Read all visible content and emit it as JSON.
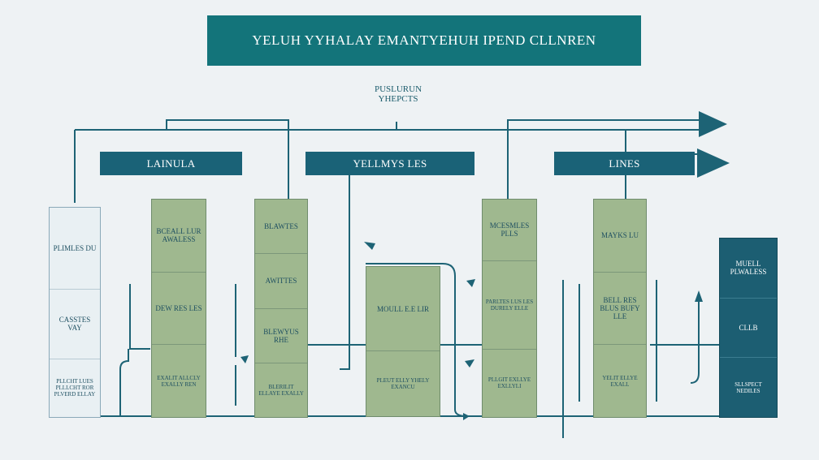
{
  "title": "YELUH YYHALAY EMANTYEHUH IPEND CLLNREN",
  "subtitle": {
    "line1": "PUSLURUN",
    "line2": "YHEPCTS"
  },
  "headers": [
    "LAINULA",
    "YELLMYS LES",
    "LINES"
  ],
  "columns": [
    {
      "segments": [
        "PLIMLES DU",
        "CASSTES VAY",
        "PLLCHT LUES PLLLCHT ROR PLVERD ELLAY"
      ]
    },
    {
      "segments": [
        "BCEALL LUR AWALESS",
        "DEW RES LES",
        "EXALIT ALLCLY EXALLY REN"
      ]
    },
    {
      "segments": [
        "BLAWTES",
        "AWITTES",
        "BLEWYUS RHE",
        "BLERILIT ELLAYE EXALLY"
      ]
    },
    {
      "segments": [
        "MOULL E.E LIR",
        "PLEUT ELLY YHELY EXANCU"
      ]
    },
    {
      "segments": [
        "MCESMLES PLLS",
        "PARLTES LUS LES DURELY ELLE",
        "PLLGIT EXLLYE EXLLYLI"
      ]
    },
    {
      "segments": [
        "MAYKS LU",
        "BELL RES BLUS BUFY LLE",
        "YELIT ELLYE EXALL"
      ]
    },
    {
      "segments": [
        "MUELL PLWALESS",
        "CLLB",
        "SLLSPECT NEDILES"
      ]
    }
  ],
  "colors": {
    "teal": "#13747a",
    "navy": "#1a6277",
    "green": "#9fb88f",
    "line": "#1d6375"
  }
}
